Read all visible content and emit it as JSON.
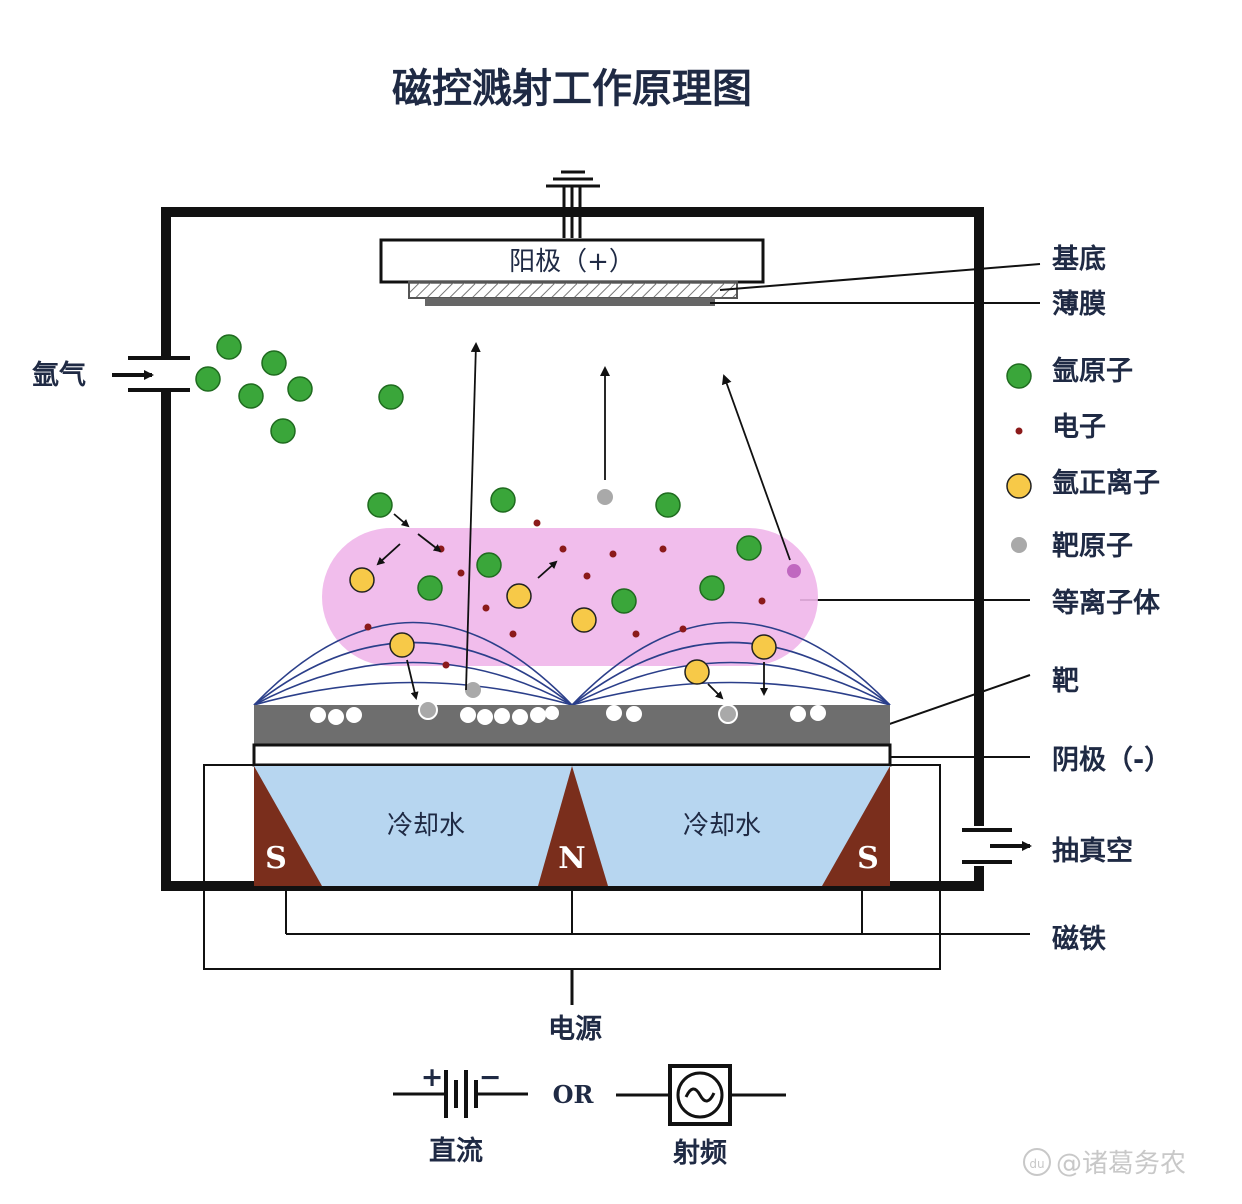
{
  "title": "磁控溅射工作原理图",
  "anode_label": "阳极（+）",
  "cooling_water_label": "冷却水",
  "magnet_letters": [
    "S",
    "N",
    "S"
  ],
  "labels": {
    "argon_gas": "氩气",
    "substrate": "基底",
    "film": "薄膜",
    "argon_atom": "氩原子",
    "electron": "电子",
    "argon_ion": "氩正离子",
    "target_atom": "靶原子",
    "plasma": "等离子体",
    "target": "靶",
    "cathode": "阴极（-）",
    "vacuum_pump": "抽真空",
    "magnet": "磁铁",
    "power_supply": "电源",
    "dc": "直流",
    "rf": "射频",
    "or": "OR"
  },
  "dc_symbol": {
    "plus": "+",
    "minus": "−"
  },
  "watermark": "@诸葛务农",
  "watermark_badge": "du",
  "colors": {
    "argon_atom": "#3aa63a",
    "argon_ion": "#f7c948",
    "electron": "#8b1a1a",
    "target_atom": "#a9a9a9",
    "plasma": "#f0b6ea",
    "target": "#6e6e6e",
    "cooling_water": "#b7d6f0",
    "magnet": "#7a2e1c",
    "field_lines": "#2b3f8a",
    "frame": "#111111"
  }
}
